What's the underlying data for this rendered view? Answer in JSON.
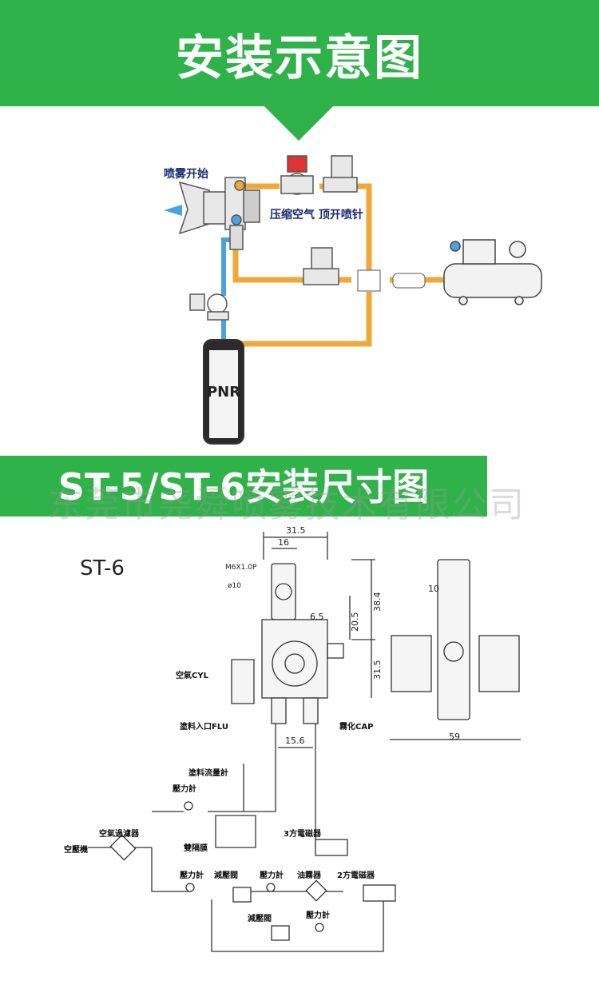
{
  "header": {
    "title": "安装示意图"
  },
  "install_diagram": {
    "label_spray_start": "喷雾开始",
    "label_compressed_air": "压缩空气 顶开喷针",
    "tank_label": "PNR"
  },
  "section2": {
    "title": "ST-5/ST-6安装尺寸图"
  },
  "watermark": "东莞市尧舜喷雾技术有限公司",
  "dimension_drawing": {
    "model": "ST-6",
    "dims": {
      "d315_top": "31.5",
      "d16": "16",
      "thread": "M6X1.0P",
      "dia10": "ø10",
      "d65": "6.5",
      "d205": "20.5",
      "d384": "38.4",
      "d315_side": "31.5",
      "d156": "15.6",
      "d10": "10",
      "d59": "59"
    },
    "ports": {
      "air_cyl": "空氣CYL",
      "flu": "塗料入口FLU",
      "cap": "霧化CAP"
    }
  },
  "circuit": {
    "flow_meter": "塗料流量計",
    "pressure_gauge_1": "壓力計",
    "air_filter": "空氣過濾器",
    "compressor": "空壓機",
    "diaphragm": "雙隔膜",
    "valve3": "3方電磁器",
    "pressure_gauge_2": "壓力計",
    "reducer_1": "減壓閥",
    "pressure_gauge_3": "壓力計",
    "oil_mist": "油霧器",
    "valve2": "2方電磁器",
    "reducer_2": "減壓閥",
    "pressure_gauge_4": "壓力計"
  }
}
